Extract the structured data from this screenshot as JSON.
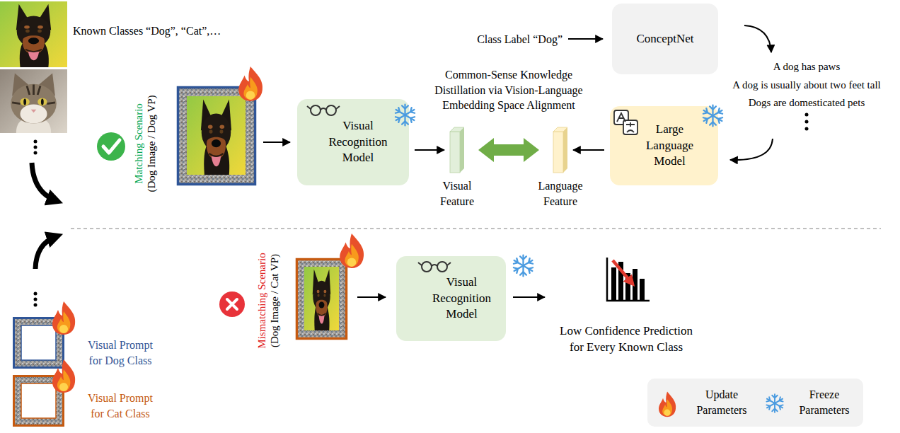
{
  "diagram": {
    "nodes": [
      {
        "text": [
          "ConceptNet"
        ]
      },
      {
        "text": [
          "Visual Recognition Model"
        ]
      },
      {
        "text": [
          "Visual Feature"
        ]
      },
      {
        "text": [
          "Language Feature"
        ]
      },
      {
        "text": [
          "Large Language Model"
        ]
      },
      {
        "text": [
          "Visual Recognition Model"
        ]
      }
    ],
    "edges": [
      {
        "from": 1,
        "to": 2,
        "arrow": "to"
      },
      {
        "from": 4,
        "to": 3,
        "arrow": "to"
      },
      {
        "from": 2,
        "to": 3,
        "arrow": "both",
        "label": "Common-Sense Knowledge Distillation via Vision-Language Embedding Space Alignment"
      }
    ],
    "labels": [
      "Known Classes “Dog”, “Cat”,…",
      "Class Label “Dog”",
      "A dog has paws",
      "A dog is usually about two feet tall",
      "Dogs are domesticated pets",
      "Matching Scenario",
      "(Dog Image / Dog VP)",
      "Mismatching Scenario",
      "(Dog Image / Cat VP)",
      "Low Confidence Prediction for Every Known Class",
      "Visual Prompt for Dog Class",
      "Visual Prompt for Cat Class"
    ],
    "legend": [
      {
        "text": "Update Parameters"
      },
      {
        "text": "Freeze Parameters"
      }
    ]
  }
}
